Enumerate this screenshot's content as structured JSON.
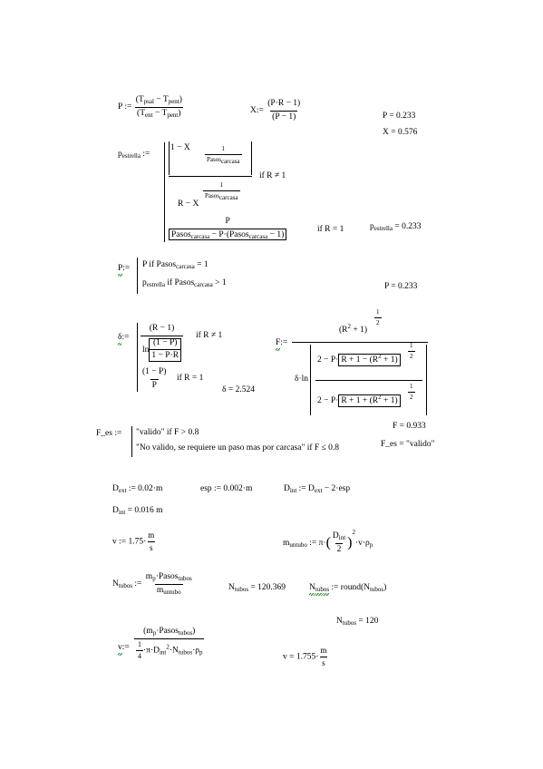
{
  "P_def": {
    "lhs": "P",
    "assign": ":=",
    "num": "(T",
    "num_sub1": "psal",
    "num_mid": " − T",
    "num_sub2": "pent",
    "num_end": ")",
    "den": "(T",
    "den_sub1": "ent",
    "den_mid": " − T",
    "den_sub2": "pent",
    "den_end": ")"
  },
  "X_def": {
    "lhs": "X",
    "assign": ":=",
    "num": "(P·R − 1)",
    "den": "(P − 1)"
  },
  "P_result": "P = 0.233",
  "X_result": "X = 0.576",
  "pestrella_def": {
    "lhs": "p",
    "lhs_sub": "estrella",
    "assign": ":=",
    "case1_one": "1",
    "case1_pasos": "Pasos",
    "case1_carcasa": "carcasa",
    "case1_minus": "1 − X",
    "case1_R": "R − X",
    "case1_cond": "if  R ≠ 1",
    "case2_num": "P",
    "case2_den_a": "Pasos",
    "case2_den_a_sub": "carcasa",
    "case2_den_b": " − P·",
    "case2_den_c": "Pasos",
    "case2_den_c_sub": "carcasa",
    "case2_den_d": " − 1",
    "case2_cond": "if  R = 1"
  },
  "pestrella_result": {
    "text": "p",
    "sub": "estrella",
    "tail": " = 0.233"
  },
  "P2_def": {
    "lhs": "P",
    "assign": ":=",
    "line1": "P  if  Pasos",
    "line1_sub": "carcasa",
    "line1_tail": " = 1",
    "line2": "p",
    "line2_sub": "estrella",
    "line2_mid": "  if  Pasos",
    "line2_sub2": "carcasa",
    "line2_tail": " > 1"
  },
  "P2_result": "P = 0.233",
  "delta_def": {
    "lhs": "δ",
    "assign": ":=",
    "c1_num": "(R − 1)",
    "c1_ln": "ln",
    "c1_in_num": "(1 − P)",
    "c1_in_den": "1 − P·R",
    "c1_cond": "if  R ≠ 1",
    "c2_num": "(1 − P)",
    "c2_den": "P",
    "c2_cond": "if  R = 1"
  },
  "delta_result": "δ = 2.524",
  "F_def": {
    "lhs": "F",
    "assign": ":=",
    "num": "(R",
    "num_sup": "2",
    "num_tail": " + 1)",
    "half": "1",
    "half_den": "2",
    "den_pre": "δ·ln",
    "row1_a": "2 − P·",
    "row1_b": "R + 1 − (R",
    "row1_sup": "2",
    "row1_c": " + 1)",
    "row2_a": "2 − P·",
    "row2_b": "R + 1 + (R",
    "row2_sup": "2",
    "row2_c": " + 1)"
  },
  "F_result": "F = 0.933",
  "Fes_def": {
    "lhs": "F_es",
    "assign": ":=",
    "line1": "\"valido\"   if  F > 0.8",
    "line2": "\"No valido, se requiere un paso mas por carcasa\"   if  F ≤ 0.8"
  },
  "Fes_result": "F_es = \"valido\"",
  "Dext_def": {
    "text": "D",
    "sub": "ext",
    "tail": " := 0.02·m"
  },
  "esp_def": "esp := 0.002·m",
  "Dint_def": {
    "text": "D",
    "sub": "int",
    "mid": " := D",
    "sub2": "ext",
    "tail": " − 2·esp"
  },
  "Dint_result": {
    "text": "D",
    "sub": "int",
    "tail": " = 0.016 m"
  },
  "v_def": {
    "lhs": "v := 1.75·",
    "num": "m",
    "den": "s"
  },
  "m_untubo_def": {
    "lhs": "m",
    "lhs_sub": "untubo",
    "assign": " := π·",
    "num": "D",
    "num_sub": "int",
    "den": "2",
    "sup": "2",
    "tail": "·v·ρ",
    "tail_sub": "p"
  },
  "Ntubos_def": {
    "lhs": "N",
    "lhs_sub": "tubos",
    "assign": " :=",
    "num": "m",
    "num_sub": "p",
    "num_mid": "·Pasos",
    "num_sub2": "tubos",
    "den": "m",
    "den_sub": "untubo"
  },
  "Ntubos_result": {
    "text": "N",
    "sub": "tubos",
    "tail": " = 120.369"
  },
  "Ntubos_round": {
    "lhs": "N",
    "lhs_sub": "tubos",
    "mid": " := round(N",
    "sub2": "tubos",
    "tail": ")"
  },
  "Ntubos_round_result": {
    "text": "N",
    "sub": "tubos",
    "tail": " = 120"
  },
  "v2_def": {
    "lhs": "v",
    "assign": ":=",
    "num": "(m",
    "num_sub": "p",
    "num_mid": "·Pasos",
    "num_sub2": "tubos",
    "num_tail": ")",
    "den_a": "1",
    "den_b": "4",
    "den_c": "·π·D",
    "den_sub": "int",
    "den_sup": "2",
    "den_d": "·N",
    "den_sub2": "tubos",
    "den_e": "·ρ",
    "den_sub3": "p"
  },
  "v2_result": {
    "text": "v = 1.755·",
    "num": "m",
    "den": "s"
  }
}
